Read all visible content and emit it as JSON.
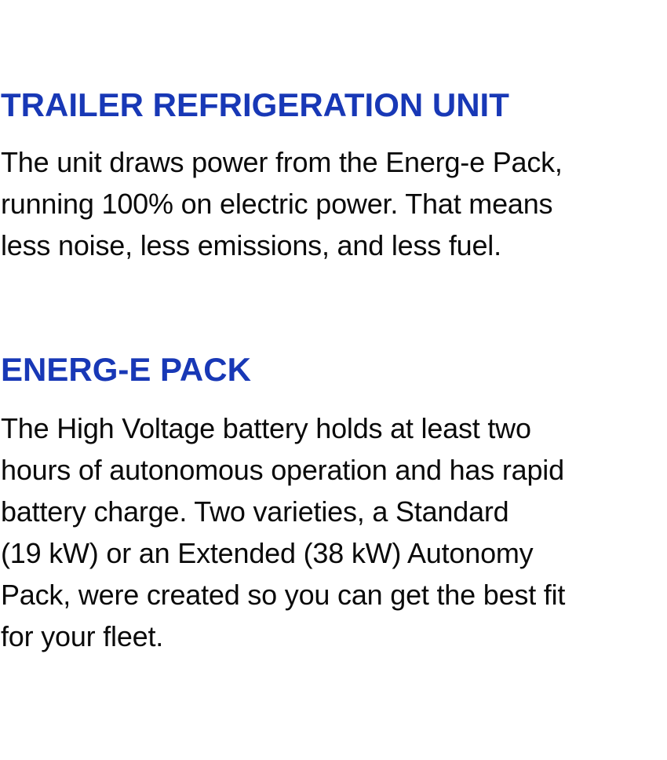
{
  "page": {
    "background_color": "#ffffff",
    "heading_color": "#1838b6",
    "body_text_color": "#0a0a0a"
  },
  "sections": [
    {
      "heading": "TRAILER REFRIGERATION UNIT",
      "lines": [
        "The unit draws power from the Energ-e Pack,",
        "running 100% on electric power. That means",
        "less noise, less emissions, and less fuel."
      ]
    },
    {
      "heading": "ENERG-E PACK",
      "lines": [
        "The High Voltage battery holds at least two",
        "hours of autonomous operation and has rapid",
        "battery charge. Two varieties, a Standard",
        "(19 kW) or an Extended (38 kW) Autonomy",
        "Pack, were created so you can get the best fit",
        "for your fleet."
      ]
    }
  ]
}
